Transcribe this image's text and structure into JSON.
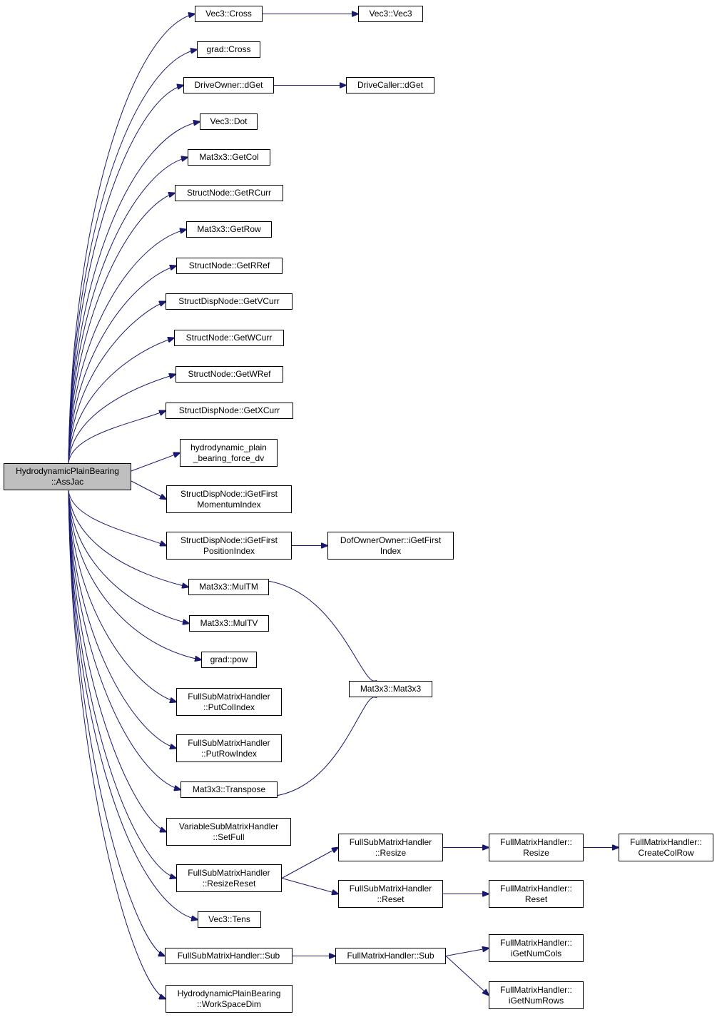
{
  "graph": {
    "edge_color": "#191970",
    "root_fill": "#bfbfbf",
    "nodes": {
      "root": [
        "HydrodynamicPlainBearing",
        "::AssJac"
      ],
      "vec3_cross": [
        "Vec3::Cross"
      ],
      "vec3_vec3": [
        "Vec3::Vec3"
      ],
      "grad_cross": [
        "grad::Cross"
      ],
      "driveowner_dget": [
        "DriveOwner::dGet"
      ],
      "drivecaller_dget": [
        "DriveCaller::dGet"
      ],
      "vec3_dot": [
        "Vec3::Dot"
      ],
      "mat_getcol": [
        "Mat3x3::GetCol"
      ],
      "sn_getrcurr": [
        "StructNode::GetRCurr"
      ],
      "mat_getrow": [
        "Mat3x3::GetRow"
      ],
      "sn_getrref": [
        "StructNode::GetRRef"
      ],
      "sdn_getvcurr": [
        "StructDispNode::GetVCurr"
      ],
      "sn_getwcurr": [
        "StructNode::GetWCurr"
      ],
      "sn_getwref": [
        "StructNode::GetWRef"
      ],
      "sdn_getxcurr": [
        "StructDispNode::GetXCurr"
      ],
      "hpb_force_dv": [
        "hydrodynamic_plain",
        "_bearing_force_dv"
      ],
      "sdn_igetfirstmom": [
        "StructDispNode::iGetFirst",
        "MomentumIndex"
      ],
      "sdn_igetfirstpos": [
        "StructDispNode::iGetFirst",
        "PositionIndex"
      ],
      "dof_igetfirst": [
        "DofOwnerOwner::iGetFirst",
        "Index"
      ],
      "mat_multm": [
        "Mat3x3::MulTM"
      ],
      "mat_multv": [
        "Mat3x3::MulTV"
      ],
      "mat_mat3x3": [
        "Mat3x3::Mat3x3"
      ],
      "grad_pow": [
        "grad::pow"
      ],
      "fsmh_putcolindex": [
        "FullSubMatrixHandler",
        "::PutColIndex"
      ],
      "fsmh_putrowindex": [
        "FullSubMatrixHandler",
        "::PutRowIndex"
      ],
      "mat_transpose": [
        "Mat3x3::Transpose"
      ],
      "vsmh_setfull": [
        "VariableSubMatrixHandler",
        "::SetFull"
      ],
      "fsmh_resizereset": [
        "FullSubMatrixHandler",
        "::ResizeReset"
      ],
      "fsmh_resize": [
        "FullSubMatrixHandler",
        "::Resize"
      ],
      "fmh_resize": [
        "FullMatrixHandler::",
        "Resize"
      ],
      "fmh_createcolrow": [
        "FullMatrixHandler::",
        "CreateColRow"
      ],
      "fsmh_reset": [
        "FullSubMatrixHandler",
        "::Reset"
      ],
      "fmh_reset": [
        "FullMatrixHandler::",
        "Reset"
      ],
      "vec3_tens": [
        "Vec3::Tens"
      ],
      "fsmh_sub": [
        "FullSubMatrixHandler::Sub"
      ],
      "fmh_sub": [
        "FullMatrixHandler::Sub"
      ],
      "fmh_igetnumcols": [
        "FullMatrixHandler::",
        "iGetNumCols"
      ],
      "fmh_igetnumrows": [
        "FullMatrixHandler::",
        "iGetNumRows"
      ],
      "hpb_workspacedim": [
        "HydrodynamicPlainBearing",
        "::WorkSpaceDim"
      ]
    },
    "edges": [
      [
        "root",
        "vec3_cross"
      ],
      [
        "root",
        "grad_cross"
      ],
      [
        "root",
        "driveowner_dget"
      ],
      [
        "root",
        "vec3_dot"
      ],
      [
        "root",
        "mat_getcol"
      ],
      [
        "root",
        "sn_getrcurr"
      ],
      [
        "root",
        "mat_getrow"
      ],
      [
        "root",
        "sn_getrref"
      ],
      [
        "root",
        "sdn_getvcurr"
      ],
      [
        "root",
        "sn_getwcurr"
      ],
      [
        "root",
        "sn_getwref"
      ],
      [
        "root",
        "sdn_getxcurr"
      ],
      [
        "root",
        "hpb_force_dv"
      ],
      [
        "root",
        "sdn_igetfirstmom"
      ],
      [
        "root",
        "sdn_igetfirstpos"
      ],
      [
        "root",
        "mat_multm"
      ],
      [
        "root",
        "mat_multv"
      ],
      [
        "root",
        "grad_pow"
      ],
      [
        "root",
        "fsmh_putcolindex"
      ],
      [
        "root",
        "fsmh_putrowindex"
      ],
      [
        "root",
        "mat_transpose"
      ],
      [
        "root",
        "vsmh_setfull"
      ],
      [
        "root",
        "fsmh_resizereset"
      ],
      [
        "root",
        "vec3_tens"
      ],
      [
        "root",
        "fsmh_sub"
      ],
      [
        "root",
        "hpb_workspacedim"
      ],
      [
        "vec3_cross",
        "vec3_vec3"
      ],
      [
        "driveowner_dget",
        "drivecaller_dget"
      ],
      [
        "sdn_igetfirstpos",
        "dof_igetfirst"
      ],
      [
        "mat_multm",
        "mat_mat3x3"
      ],
      [
        "mat_transpose",
        "mat_mat3x3"
      ],
      [
        "fsmh_resizereset",
        "fsmh_resize"
      ],
      [
        "fsmh_resizereset",
        "fsmh_reset"
      ],
      [
        "fsmh_resize",
        "fmh_resize"
      ],
      [
        "fmh_resize",
        "fmh_createcolrow"
      ],
      [
        "fsmh_reset",
        "fmh_reset"
      ],
      [
        "fsmh_sub",
        "fmh_sub"
      ],
      [
        "fmh_sub",
        "fmh_igetnumcols"
      ],
      [
        "fmh_sub",
        "fmh_igetnumrows"
      ]
    ]
  }
}
